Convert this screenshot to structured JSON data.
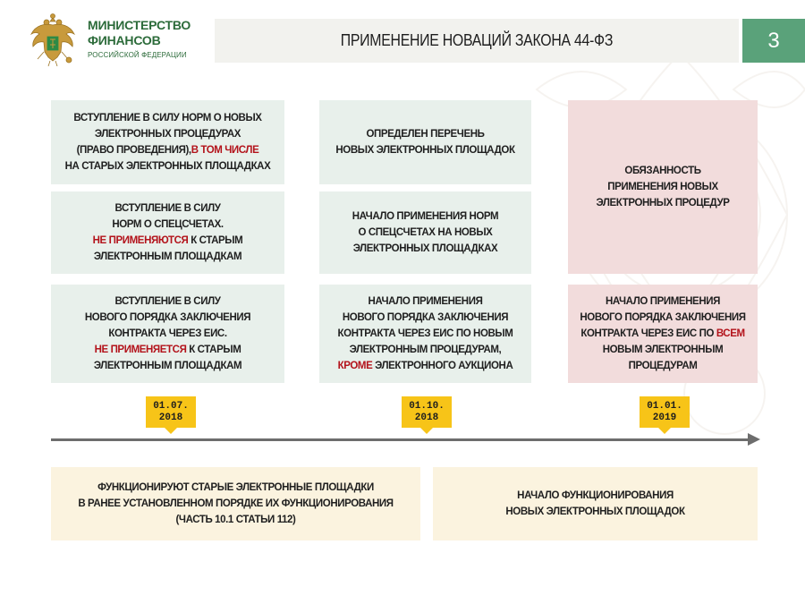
{
  "header": {
    "ministry_line1": "МИНИСТЕРСТВО",
    "ministry_line2": "ФИНАНСОВ",
    "ministry_line3": "РОССИЙСКОЙ ФЕДЕРАЦИИ",
    "title": "ПРИМЕНЕНИЕ НОВАЦИЙ ЗАКОНА 44-ФЗ",
    "page_number": "3",
    "logo_icon": "double-headed-eagle-emblem"
  },
  "colors": {
    "brand_green": "#2c6b3a",
    "page_badge": "#5aa27a",
    "highlight_red": "#b3131b",
    "date_marker": "#f7c418",
    "card_green": "#e8f0eb",
    "card_pink": "#f2dcdc",
    "card_cream": "#fbf3df"
  },
  "columns": [
    {
      "date": {
        "line1": "01.07.",
        "line2": "2018"
      },
      "cards": [
        {
          "lines": [
            [
              "ВСТУПЛЕНИЕ В СИЛУ НОРМ О НОВЫХ"
            ],
            [
              "ЭЛЕКТРОННЫХ ПРОЦЕДУРАХ"
            ],
            [
              "(ПРАВО ПРОВЕДЕНИЯ),",
              "В ТОМ ЧИСЛЕ"
            ],
            [
              "НА СТАРЫХ ЭЛЕКТРОННЫХ ПЛОЩАДКАХ"
            ]
          ]
        },
        {
          "lines": [
            [
              "ВСТУПЛЕНИЕ В СИЛУ"
            ],
            [
              "НОРМ О СПЕЦСЧЕТАХ."
            ],
            [
              "НЕ ПРИМЕНЯЮТСЯ",
              " К СТАРЫМ"
            ],
            [
              "ЭЛЕКТРОННЫМ ПЛОЩАДКАМ"
            ]
          ]
        },
        {
          "lines": [
            [
              "ВСТУПЛЕНИЕ В СИЛУ"
            ],
            [
              "НОВОГО ПОРЯДКА ЗАКЛЮЧЕНИЯ"
            ],
            [
              "КОНТРАКТА ЧЕРЕЗ ЕИС."
            ],
            [
              "НЕ ПРИМЕНЯЕТСЯ",
              " К СТАРЫМ"
            ],
            [
              "ЭЛЕКТРОННЫМ ПЛОЩАДКАМ"
            ]
          ]
        }
      ]
    },
    {
      "date": {
        "line1": "01.10.",
        "line2": "2018"
      },
      "cards": [
        {
          "lines": [
            [
              "ОПРЕДЕЛЕН ПЕРЕЧЕНЬ"
            ],
            [
              "НОВЫХ ЭЛЕКТРОННЫХ ПЛОЩАДОК"
            ]
          ]
        },
        {
          "lines": [
            [
              "НАЧАЛО ПРИМЕНЕНИЯ НОРМ"
            ],
            [
              "О СПЕЦСЧЕТАХ НА НОВЫХ"
            ],
            [
              "ЭЛЕКТРОННЫХ ПЛОЩАДКАХ"
            ]
          ]
        },
        {
          "lines": [
            [
              "НАЧАЛО ПРИМЕНЕНИЯ"
            ],
            [
              "НОВОГО ПОРЯДКА ЗАКЛЮЧЕНИЯ"
            ],
            [
              "КОНТРАКТА ЧЕРЕЗ ЕИС ПО НОВЫМ"
            ],
            [
              "ЭЛЕКТРОННЫМ ПРОЦЕДУРАМ,"
            ],
            [
              "КРОМЕ",
              " ЭЛЕКТРОННОГО АУКЦИОНА"
            ]
          ]
        }
      ]
    },
    {
      "date": {
        "line1": "01.01.",
        "line2": "2019"
      },
      "cards": [
        {
          "lines": [
            [
              "ОБЯЗАННОСТЬ"
            ],
            [
              "ПРИМЕНЕНИЯ НОВЫХ"
            ],
            [
              "ЭЛЕКТРОННЫХ ПРОЦЕДУР"
            ]
          ]
        },
        {
          "lines": [
            [
              "НАЧАЛО ПРИМЕНЕНИЯ"
            ],
            [
              "НОВОГО ПОРЯДКА ЗАКЛЮЧЕНИЯ"
            ],
            [
              "КОНТРАКТА ЧЕРЕЗ ЕИС ПО ",
              "ВСЕМ"
            ],
            [
              "НОВЫМ ЭЛЕКТРОННЫМ"
            ],
            [
              "ПРОЦЕДУРАМ"
            ]
          ]
        }
      ]
    }
  ],
  "bottom": [
    {
      "lines": [
        [
          "ФУНКЦИОНИРУЮТ СТАРЫЕ ЭЛЕКТРОННЫЕ ПЛОЩАДКИ"
        ],
        [
          "В РАНЕЕ УСТАНОВЛЕННОМ ПОРЯДКЕ ИХ ФУНКЦИОНИРОВАНИЯ"
        ],
        [
          "(ЧАСТЬ 10.1 СТАТЬИ 112)"
        ]
      ]
    },
    {
      "lines": [
        [
          "НАЧАЛО ФУНКЦИОНИРОВАНИЯ"
        ],
        [
          "НОВЫХ ЭЛЕКТРОННЫХ ПЛОЩАДОК"
        ]
      ]
    }
  ]
}
